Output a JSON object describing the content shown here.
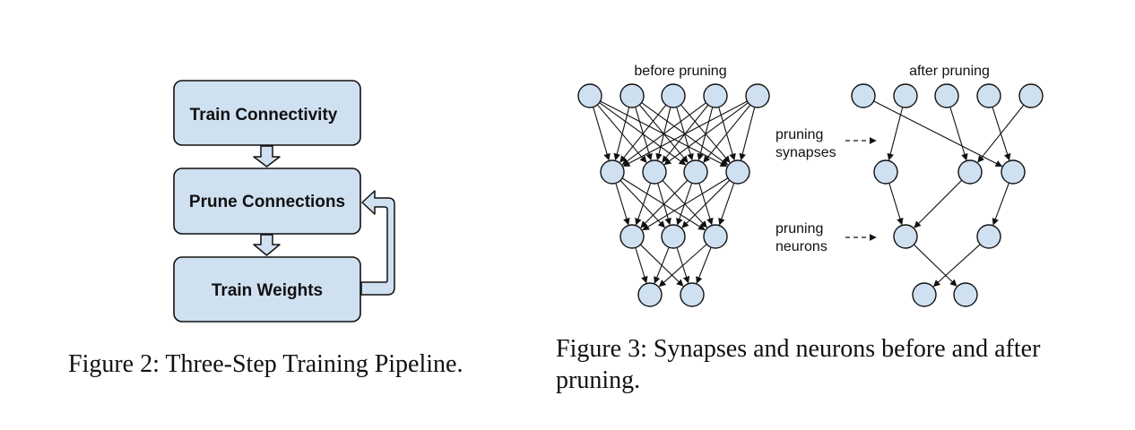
{
  "figure2": {
    "steps": [
      "Train Connectivity",
      "Prune Connections",
      "Train Weights"
    ],
    "caption": "Figure 2: Three-Step Training Pipeline."
  },
  "figure3": {
    "before_title": "before pruning",
    "after_title": "after pruning",
    "annotation_synapses_line1": "pruning",
    "annotation_synapses_line2": "synapses",
    "annotation_neurons_line1": "pruning",
    "annotation_neurons_line2": "neurons",
    "caption_line1": "Figure 3: Synapses and neurons before and after",
    "caption_line2": "pruning."
  },
  "colors": {
    "box_fill": "#cfe0f1",
    "stroke": "#111111"
  }
}
